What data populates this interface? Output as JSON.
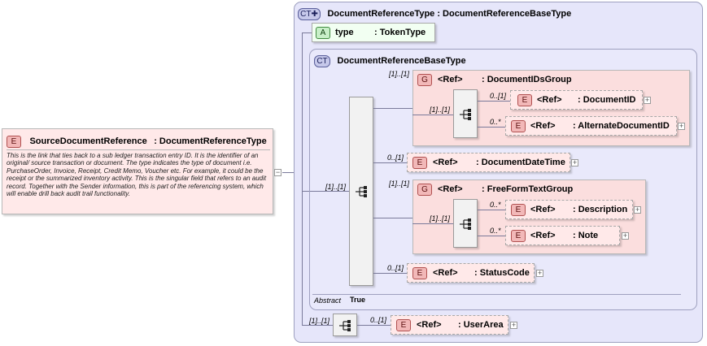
{
  "root": {
    "badge": "E",
    "name": "SourceDocumentReference",
    "type": ": DocumentReferenceType",
    "description": "This is the link that ties back to a sub ledger transaction entry ID.  It is the identifier of an original/ source transaction or document.  The type indicates the type of document i.e. PurchaseOrder, Invoice, Receipt, Credit Memo, Voucher etc. For example, it could be the receipt or the summarized inventory activity. This is the singular field that refers to an audit record.  Together with the Sender information, this is part of the referencing system, which will enable drill back audit trail functionality."
  },
  "outer_ct": {
    "badge": "CT",
    "title": "DocumentReferenceType : DocumentReferenceBaseType"
  },
  "attribute": {
    "badge": "A",
    "name": "type",
    "type": ": TokenType"
  },
  "inner_ct": {
    "badge": "CT",
    "title": "DocumentReferenceBaseType",
    "abstract_label": "Abstract",
    "abstract_value": "True"
  },
  "groups": {
    "ids": {
      "badge": "G",
      "ref": "<Ref>",
      "name": ": DocumentIDsGroup",
      "occ": "[1]..[1]",
      "seq_occ": "[1]..[1]"
    },
    "free": {
      "badge": "G",
      "ref": "<Ref>",
      "name": ": FreeFormTextGroup",
      "occ": "[1]..[1]",
      "seq_occ": "[1]..[1]"
    }
  },
  "elements": {
    "document_id": {
      "badge": "E",
      "ref": "<Ref>",
      "name": ": DocumentID",
      "occ": "0..[1]"
    },
    "alt_document_id": {
      "badge": "E",
      "ref": "<Ref>",
      "name": ": AlternateDocumentID",
      "occ": "0..*"
    },
    "document_date_time": {
      "badge": "E",
      "ref": "<Ref>",
      "name": ": DocumentDateTime",
      "occ": "0..[1]"
    },
    "description": {
      "badge": "E",
      "ref": "<Ref>",
      "name": ": Description",
      "occ": "0..*"
    },
    "note": {
      "badge": "E",
      "ref": "<Ref>",
      "name": ": Note",
      "occ": "0..*"
    },
    "status_code": {
      "badge": "E",
      "ref": "<Ref>",
      "name": ": StatusCode",
      "occ": "0..[1]"
    },
    "user_area": {
      "badge": "E",
      "ref": "<Ref>",
      "name": ": UserArea",
      "occ": "0..[1]"
    }
  },
  "sequences": {
    "main_occ": "[1]..[1]",
    "outer_occ": "[1]..[1]"
  },
  "icons": {
    "expand": "+",
    "collapse": "−",
    "sequence": "sequence-icon"
  },
  "colors": {
    "element_fill": "#ffe9e9",
    "ct_fill": "#e6e6fa",
    "attr_fill": "#f2fff2"
  }
}
